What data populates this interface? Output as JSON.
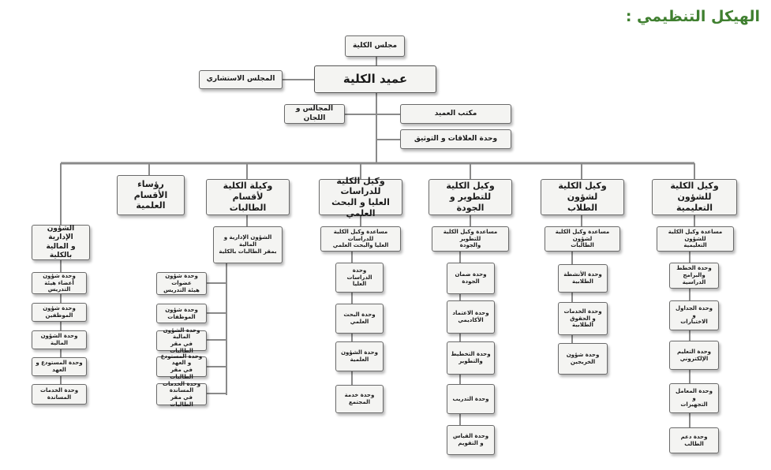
{
  "title": "الهيكل التنظيمي :",
  "top": {
    "council": "مجلس الكلية",
    "dean": "عميد الكلية",
    "advisory": "المجلس الاستشاري",
    "councils_committees": "المجالس و اللجان",
    "dean_office": "مكتب العميد",
    "relations_unit": "وحدة العلاقات و التوثيق"
  },
  "columns": [
    {
      "head": "وكيل الكلية للشؤون\nالتعليمية",
      "sub": "مساعدة وكيل الكلية للشؤون\nالتعليمية",
      "units": [
        "وحدة الخطط\nوالبرامج الدراسية",
        "وحدة الجداول و\nالاختبارات",
        "وحدة التعليم\nالإلكتروني",
        "وحدة المعامل و\nالتجهيزات",
        "وحدة دعم الطالب"
      ]
    },
    {
      "head": "وكيل الكلية لشؤون\nالطلاب",
      "sub": "مساعدة وكيل الكلية لشؤون\nالطالبات",
      "units": [
        "وحدة الأنشطة\nالطلابية",
        "وحدة الخدمات\nو الحقوق الطلابية",
        "وحدة شؤون\nالخريجين"
      ]
    },
    {
      "head": "وكيل الكلية للتطوير و\nالجودة",
      "sub": "مساعدة وكيل الكلية للتطوير\nوالجودة",
      "units": [
        "وحدة ضمان الجودة",
        "وحدة الاعتماد\nالأكاديمي",
        "وحدة التخطيط\nوالتطوير",
        "وحدة التدريب",
        "وحدة القياس\nو التقويم"
      ]
    },
    {
      "head": "وكيل الكلية للدراسات\nالعليا و البحث العلمي",
      "sub": "مساعدة وكيل الكلية للدراسات\nالعليا والبحث العلمي",
      "units": [
        "وحدة الدراسات\nالعليا",
        "وحدة البحث العلمي",
        "وحدة الشؤون\nالعلمية",
        "وحدة خدمة المجتمع"
      ]
    },
    {
      "head": "وكيلة الكلية لأقسام\nالطالبات",
      "sub": "الشؤون الإدارية و المالية\nبمقر الطالبات بالكلية",
      "units": [
        "وحدة شؤون عضوات\nهيئة التدريس",
        "وحدة شؤون الموظفات",
        "وحدة الشؤون المالية\nفي مقر الطالبات",
        "وحدة المستودع و العهد\nفي مقر الطالبات",
        "وحدة الخدمات المساندة\nفي مقر الطالبات"
      ]
    },
    {
      "head": "رؤساء الأقسام\nالعلمية"
    },
    {
      "head": "الشؤون الإدارية\nو المالية بالكلية",
      "units": [
        "وحدة شؤون أعضاء هيئة\nالتدريس",
        "وحدة شؤون الموظفين",
        "وحدة الشؤون المالية",
        "وحدة المستودع و العهد",
        "وحدة الخدمات المساندة"
      ]
    }
  ]
}
